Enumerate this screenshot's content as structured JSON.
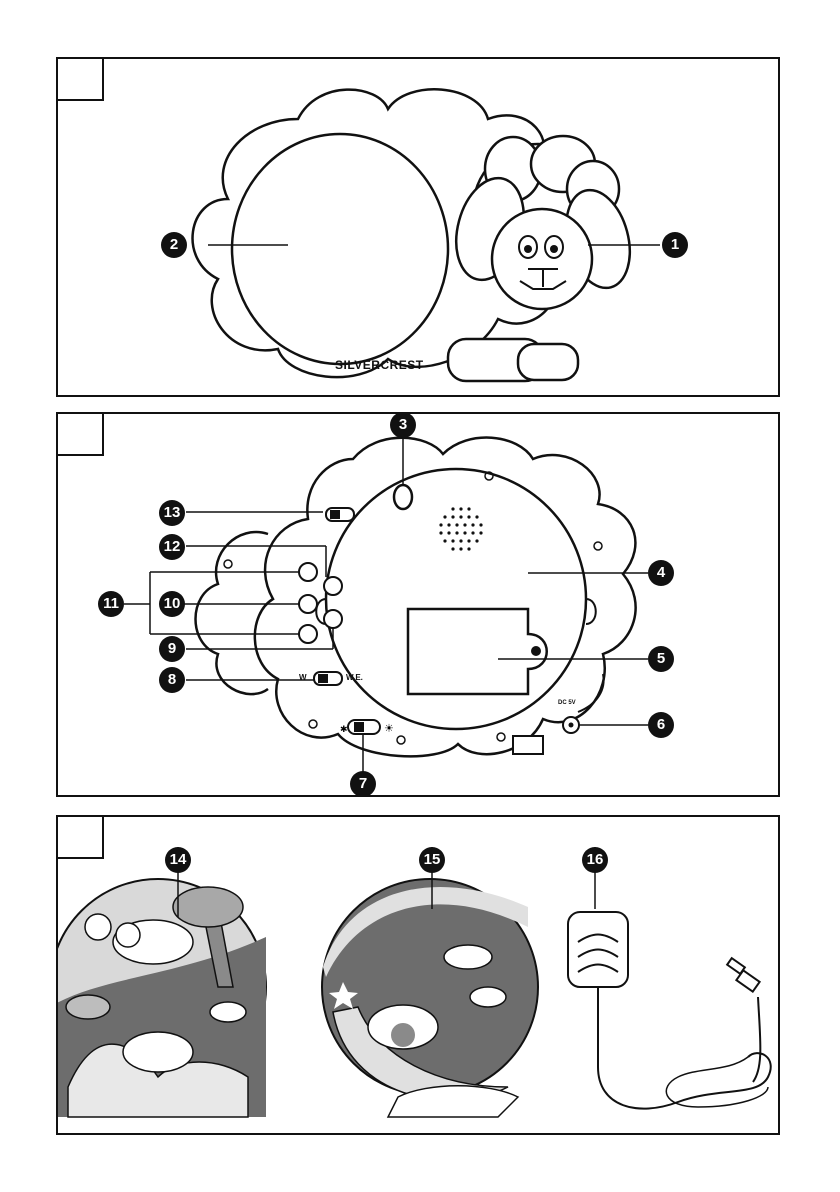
{
  "panels": [
    {
      "brand": "SILVERCREST",
      "callouts": [
        {
          "label": "2",
          "item": "projection-dome"
        },
        {
          "label": "1",
          "item": "sheep-head-night-light"
        }
      ]
    },
    {
      "switch_labels": {
        "weekday": "W",
        "weekend": "W.E.",
        "dc_input": "DC 5V"
      },
      "callouts": [
        {
          "label": "3",
          "item": "mounting-hole"
        },
        {
          "label": "13",
          "item": "slide-switch-top"
        },
        {
          "label": "12",
          "item": "button-right-top"
        },
        {
          "label": "11",
          "item": "button-group"
        },
        {
          "label": "10",
          "item": "button-middle"
        },
        {
          "label": "9",
          "item": "button-right-bottom"
        },
        {
          "label": "8",
          "item": "weekday-weekend-switch"
        },
        {
          "label": "4",
          "item": "rear-housing"
        },
        {
          "label": "5",
          "item": "battery-compartment"
        },
        {
          "label": "6",
          "item": "dc-socket"
        },
        {
          "label": "7",
          "item": "brightness-switch"
        }
      ]
    },
    {
      "callouts": [
        {
          "label": "14",
          "item": "projection-disc-day"
        },
        {
          "label": "15",
          "item": "projection-disc-night"
        },
        {
          "label": "16",
          "item": "power-adapter"
        }
      ]
    }
  ]
}
